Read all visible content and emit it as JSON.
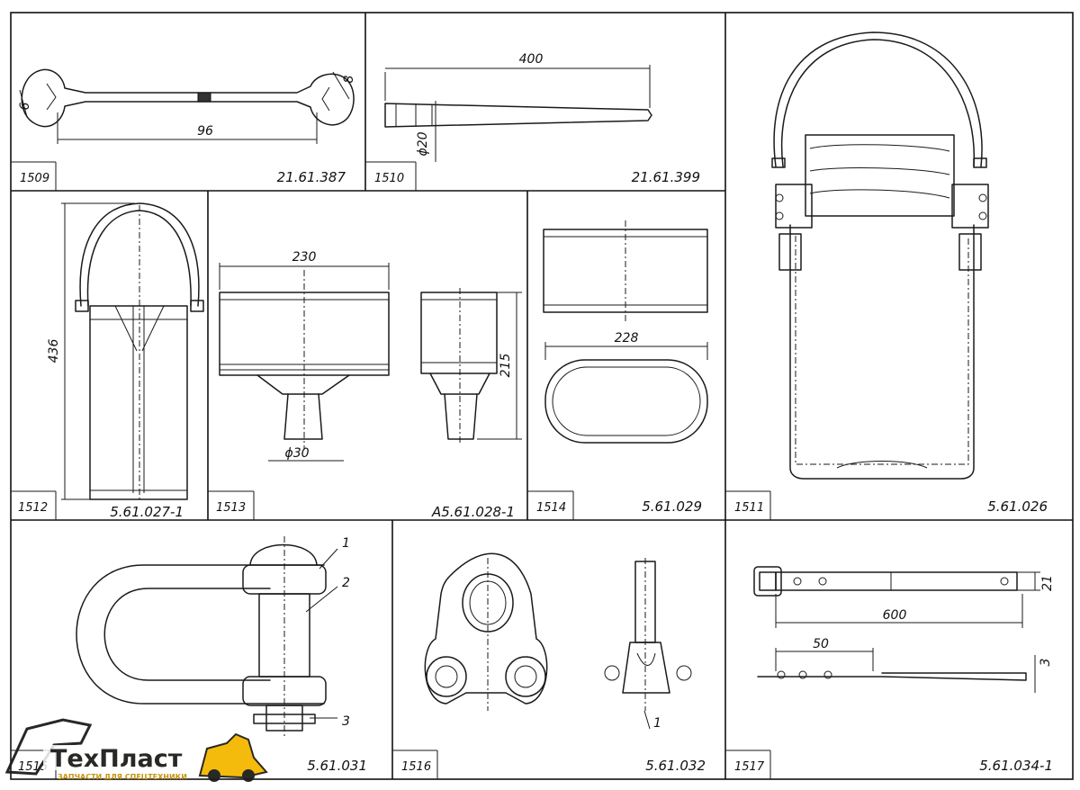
{
  "cells": [
    {
      "id": "1509",
      "code": "21.61.387",
      "dims": [
        "6",
        "8",
        "96"
      ]
    },
    {
      "id": "1510",
      "code": "21.61.399",
      "dims": [
        "400",
        "ϕ20"
      ]
    },
    {
      "id": "1511",
      "code": "5.61.026",
      "dims": []
    },
    {
      "id": "1512",
      "code": "5.61.027-1",
      "dims": [
        "436"
      ]
    },
    {
      "id": "1513",
      "code": "А5.61.028-1",
      "dims": [
        "230",
        "215",
        "ϕ30"
      ]
    },
    {
      "id": "1514",
      "code": "5.61.029",
      "dims": [
        "228"
      ]
    },
    {
      "id": "1515",
      "code": "5.61.031",
      "dims": [
        "1",
        "2",
        "3"
      ]
    },
    {
      "id": "1516",
      "code": "5.61.032",
      "dims": [
        "1"
      ]
    },
    {
      "id": "1517",
      "code": "5.61.034-1",
      "dims": [
        "21",
        "600",
        "50",
        "3"
      ]
    }
  ],
  "watermark": {
    "brand": "ТехПласт",
    "tagline": "ЗАПЧАСТИ ДЛЯ СПЕЦТЕХНИКИ",
    "colors": {
      "accent": "#f5b800",
      "text": "#1d1d1b"
    }
  }
}
